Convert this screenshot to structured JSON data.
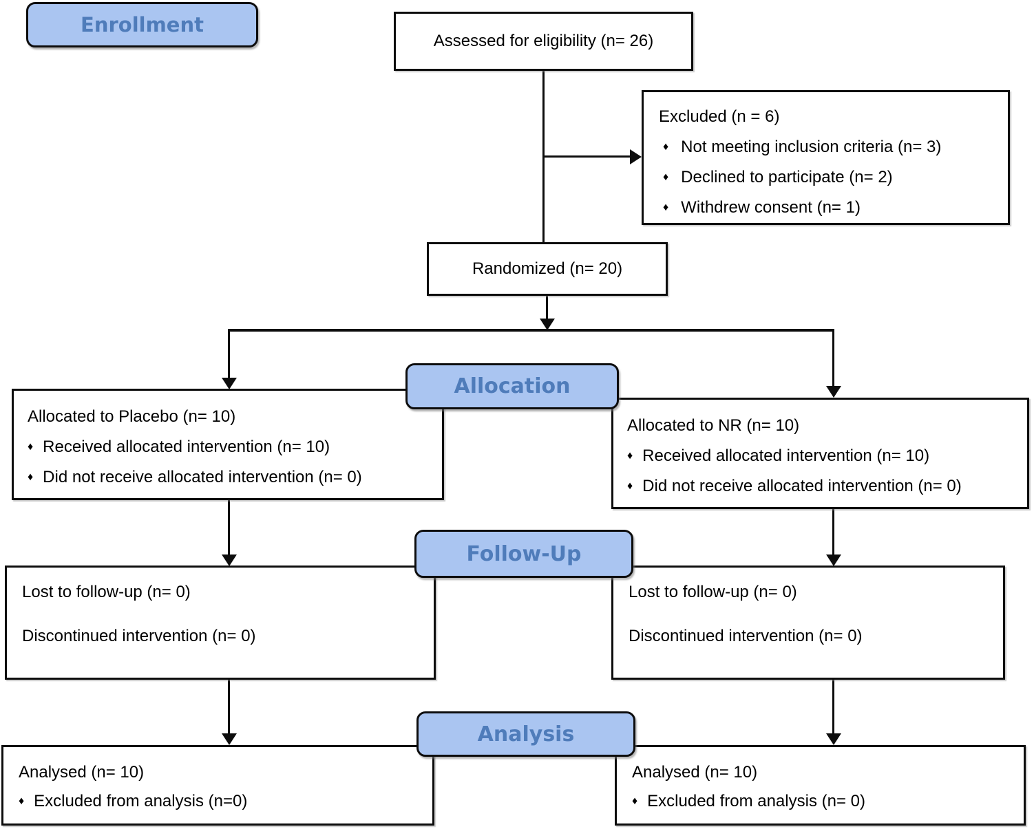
{
  "diagram": {
    "bullet": "♦",
    "colors": {
      "stage_fill": "#aac5f1",
      "stage_text": "#4f7cba",
      "box_border": "#000000",
      "body_text": "#000000"
    },
    "stages": {
      "enrollment": "Enrollment",
      "allocation": "Allocation",
      "followup": "Follow-Up",
      "analysis": "Analysis"
    },
    "assessed": {
      "text": "Assessed for eligibility (n= 26)"
    },
    "excluded": {
      "title": "Excluded (n = 6)",
      "items": [
        "Not meeting inclusion criteria (n= 3)",
        "Declined to participate (n= 2)",
        "Withdrew consent (n= 1)"
      ]
    },
    "randomized": {
      "text": "Randomized (n= 20)"
    },
    "allocation": {
      "left": {
        "title": "Allocated to Placebo (n= 10)",
        "items": [
          "Received allocated intervention (n= 10)",
          "Did not receive allocated intervention (n= 0)"
        ]
      },
      "right": {
        "title": "Allocated to NR (n= 10)",
        "items": [
          "Received allocated intervention (n= 10)",
          "Did not receive allocated intervention (n= 0)"
        ]
      }
    },
    "followup": {
      "left": {
        "lines": [
          "Lost to follow-up (n= 0)",
          "Discontinued intervention (n= 0)"
        ]
      },
      "right": {
        "lines": [
          "Lost to follow-up (n= 0)",
          "Discontinued intervention (n= 0)"
        ]
      }
    },
    "analysis": {
      "left": {
        "title": "Analysed (n= 10)",
        "items": [
          "Excluded from analysis (n=0)"
        ]
      },
      "right": {
        "title": "Analysed (n= 10)",
        "items": [
          "Excluded from analysis (n= 0)"
        ]
      }
    }
  }
}
